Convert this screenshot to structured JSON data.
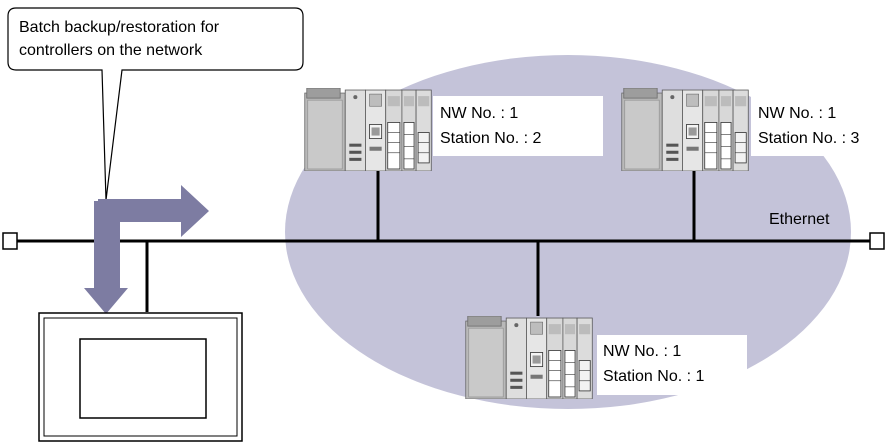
{
  "callout": {
    "line1": "Batch backup/restoration for",
    "line2": "controllers on the network"
  },
  "network_label": "Ethernet",
  "stations": [
    {
      "nw": "NW No. : 1",
      "station": "Station No. : 2"
    },
    {
      "nw": "NW No. : 1",
      "station": "Station No. : 3"
    },
    {
      "nw": "NW No. : 1",
      "station": "Station No. : 1"
    }
  ],
  "colors": {
    "ellipse": "#c4c3d9",
    "arrow": "#7d7ca2",
    "line": "#000000",
    "plc_body": "#cfcfcf",
    "plc_dark": "#9a9a9a"
  }
}
